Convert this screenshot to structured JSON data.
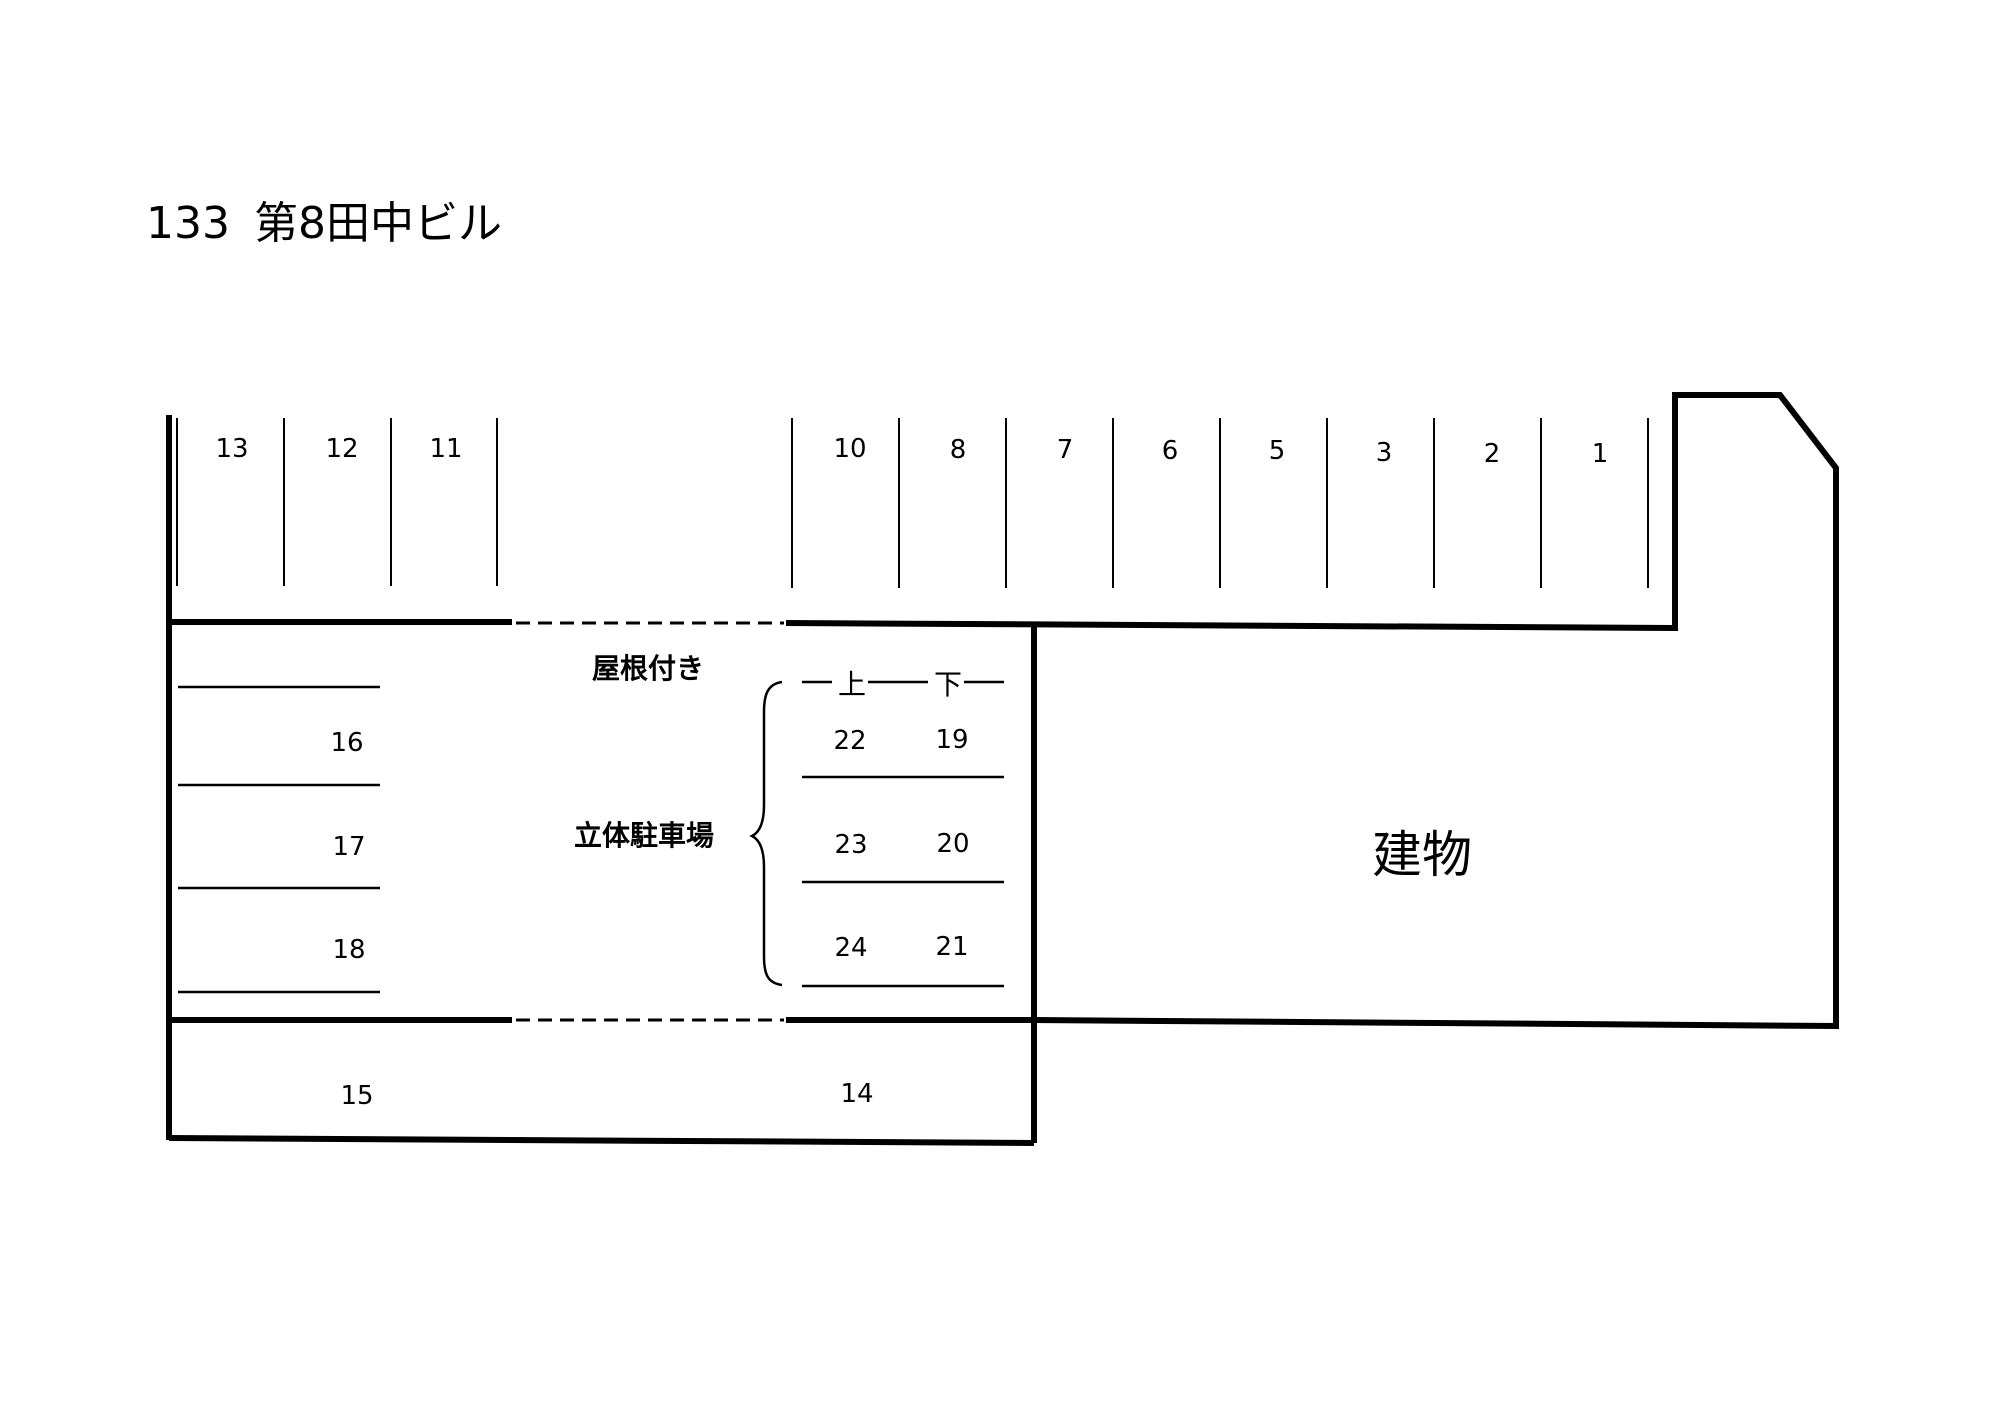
{
  "title": {
    "number": "133",
    "name": "第8田中ビル"
  },
  "top_row_spaces": [
    "13",
    "12",
    "11",
    "10",
    "8",
    "7",
    "6",
    "5",
    "3",
    "2",
    "1"
  ],
  "left_spaces": [
    "16",
    "17",
    "18"
  ],
  "bottom_spaces": [
    "15",
    "14"
  ],
  "covered_area": {
    "roof_label": "屋根付き",
    "multilevel_label": "立体駐車場",
    "upper_label": "上",
    "lower_label": "下",
    "rows": [
      {
        "upper": "22",
        "lower": "19"
      },
      {
        "upper": "23",
        "lower": "20"
      },
      {
        "upper": "24",
        "lower": "21"
      }
    ]
  },
  "building_label": "建物"
}
